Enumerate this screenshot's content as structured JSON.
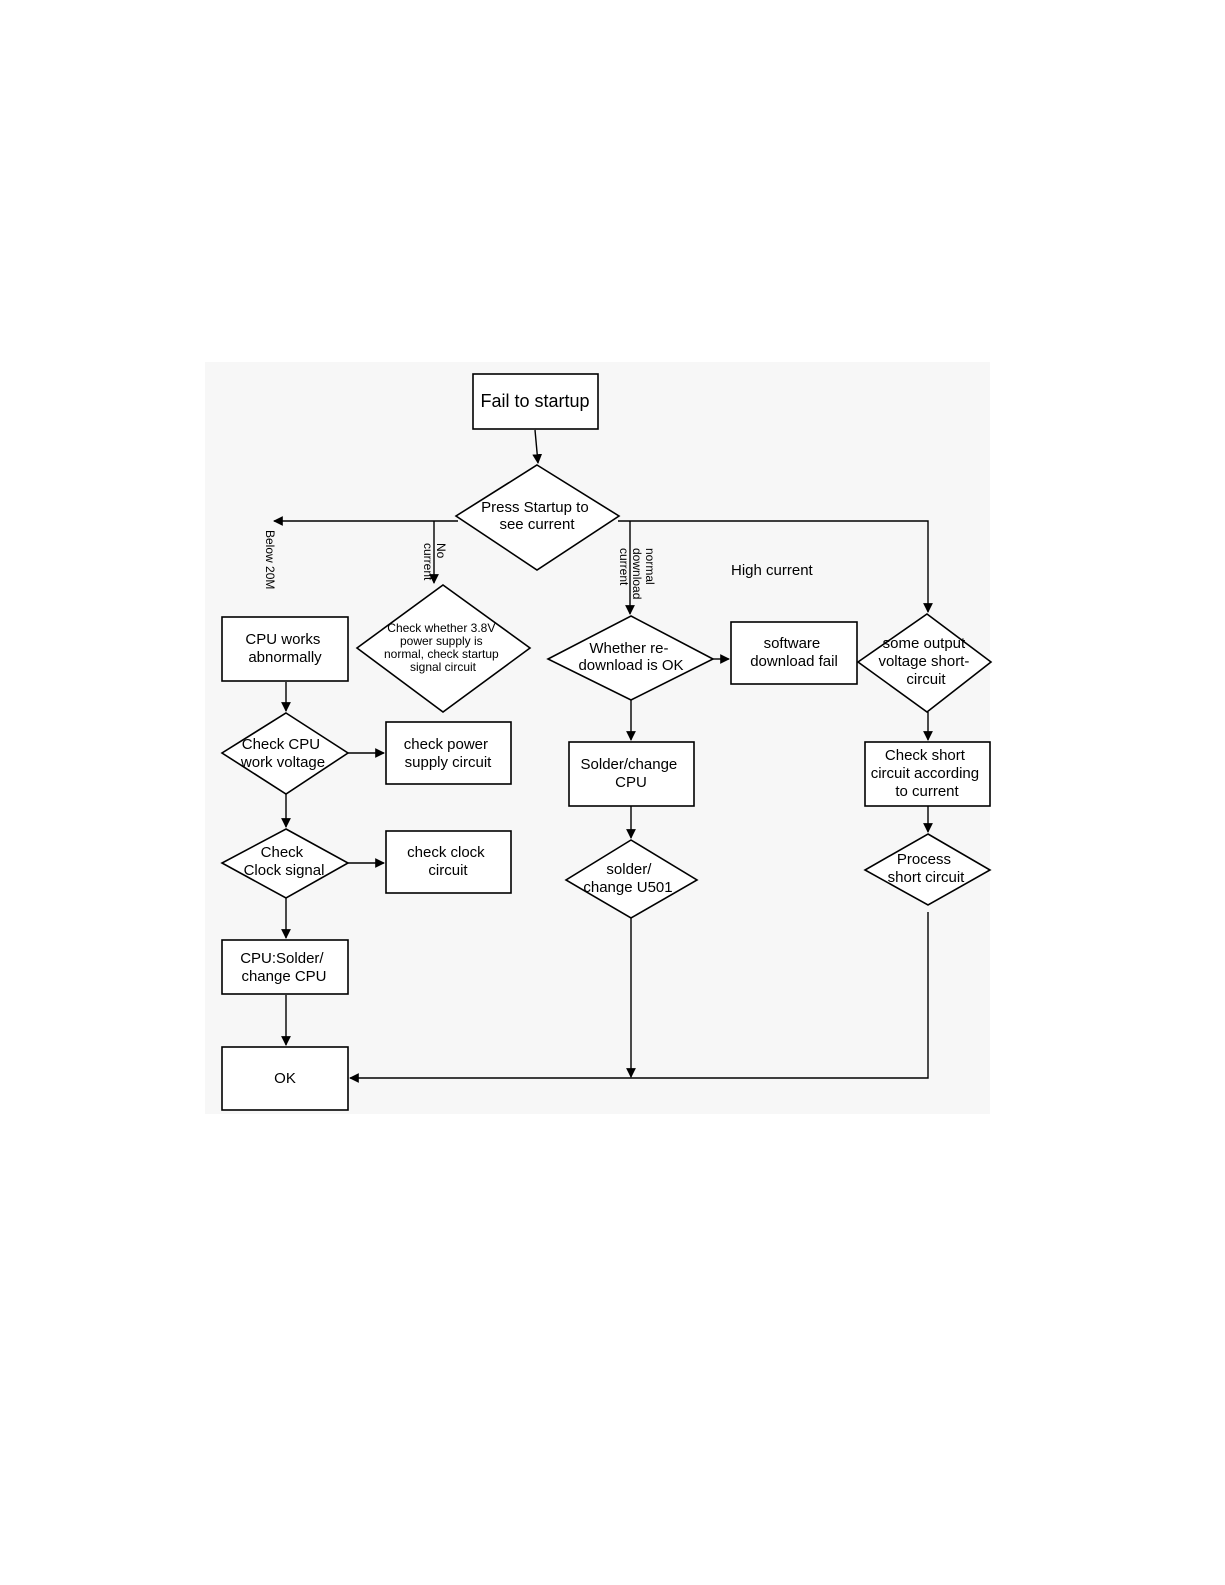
{
  "flowchart": {
    "nodes": {
      "fail_to_startup": "Fail to startup",
      "press_startup": [
        "Press Startup to",
        "see current"
      ],
      "cpu_abnormal": [
        "CPU works",
        "abnormally"
      ],
      "check_38v": [
        "Check whether 3.8V",
        "power supply is",
        "normal, check startup",
        "signal circuit"
      ],
      "whether_redownload": [
        "Whether re-",
        "download is OK"
      ],
      "software_fail": [
        "software",
        "download fail"
      ],
      "output_short": [
        "some output",
        "voltage short-",
        "circuit"
      ],
      "check_cpu_voltage": [
        "Check CPU",
        "work voltage"
      ],
      "check_power_supply": [
        "check power",
        "supply circuit"
      ],
      "solder_cpu": [
        "Solder/change",
        "CPU"
      ],
      "check_short": [
        "Check short",
        "circuit according",
        "to current"
      ],
      "check_clock": [
        "Check",
        "Clock signal"
      ],
      "check_clock_circuit": [
        "check clock",
        "circuit"
      ],
      "solder_u501": [
        "solder/",
        "change U501"
      ],
      "process_short": [
        "Process",
        "short circuit"
      ],
      "cpu_solder_change": [
        "CPU:Solder/",
        "change CPU"
      ],
      "ok": "OK"
    },
    "edge_labels": {
      "below_20m": "Below 20M",
      "no_current": [
        "No",
        "current"
      ],
      "normal_download": [
        "normal",
        "download",
        "current"
      ],
      "high_current": "High current"
    }
  }
}
